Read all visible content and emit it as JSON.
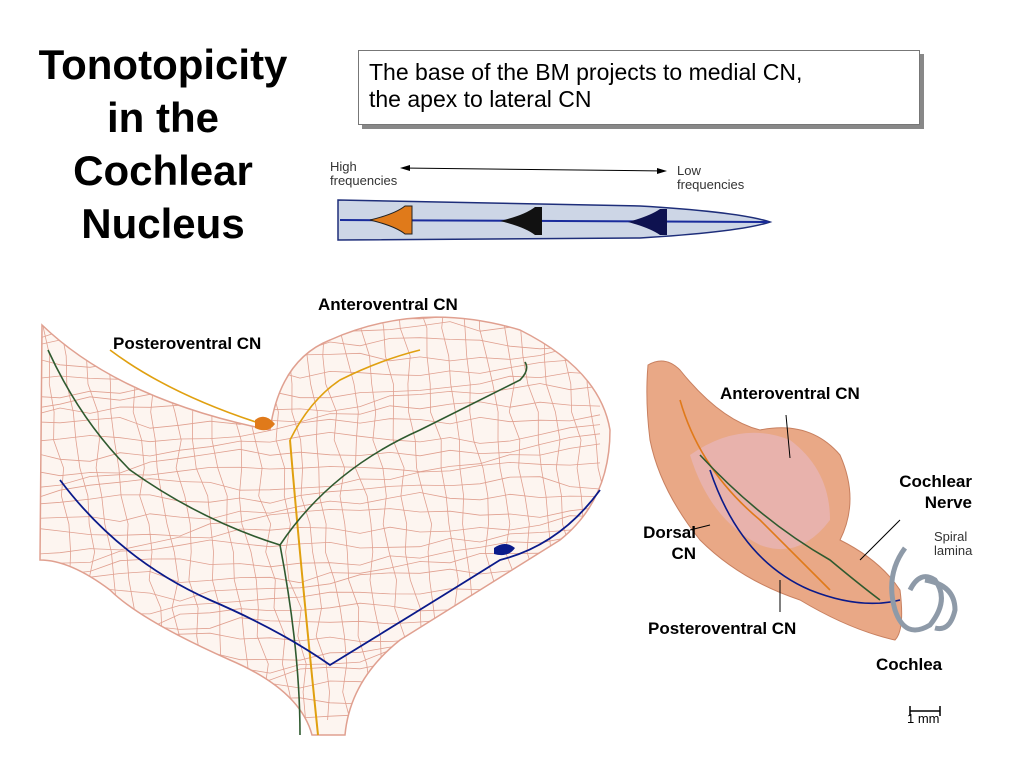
{
  "slide": {
    "title": "Tonotopicity\nin the\nCochlear\nNucleus",
    "callout": "The base of the BM projects to medial CN,\nthe apex to lateral CN"
  },
  "frequency_bar": {
    "high_label": "High\nfrequencies",
    "low_label": "Low\nfrequencies"
  },
  "left_figure": {
    "anteroventral_label": "Anteroventral CN",
    "posteroventral_label": "Posteroventral CN"
  },
  "right_figure": {
    "anteroventral_label": "Anteroventral CN",
    "cochlear_nerve_label": "Cochlear\nNerve",
    "spiral_lamina_label": "Spiral\nlamina",
    "dorsal_label": "Dorsal\nCN",
    "posteroventral_label": "Posteroventral CN",
    "cochlea_label": "Cochlea",
    "scale_label": "1 mm"
  },
  "colors": {
    "orange_fiber": "#e07a1a",
    "yellow_fiber": "#e0a010",
    "dark_fiber": "#1e1e1e",
    "blue_fiber": "#0a1a8a",
    "green_fiber": "#2f5a2f",
    "mesh": "#e0a090",
    "nucleus_fill": "#e9a886"
  }
}
